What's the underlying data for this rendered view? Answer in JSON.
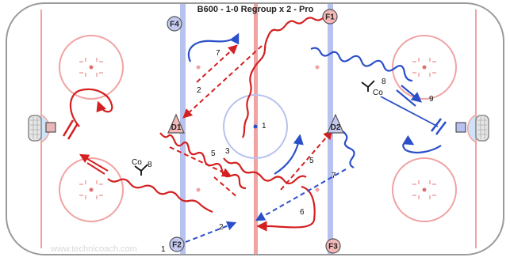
{
  "title": "B600 - 1-0 Regroup x 2 - Pro",
  "watermark": "www.technicoach.com",
  "players": {
    "f4": "F4",
    "f1": "F1",
    "d1": "D1",
    "d2": "D2",
    "f2": "F2",
    "f3": "F3"
  },
  "coaches": {
    "left": "Co",
    "right": "Co"
  },
  "step_numbers": {
    "center": "1",
    "f2_corner": "1",
    "pass_2_top": "2",
    "pass_2_bottom": "2",
    "skate_3": "3",
    "pass_5_left": "5",
    "pass_5_right": "5",
    "skate_6": "6",
    "loop_7_top": "7",
    "pass_7_right": "7",
    "coach_8_left": "8",
    "coach_8_right": "8",
    "shot_9": "9"
  },
  "colors": {
    "red": "#d42020",
    "blue": "#2a4fc9",
    "rink_blue_line": "#b8c2ee",
    "rink_red_line": "#f0a3a3",
    "crease": "#cfe3f7"
  }
}
